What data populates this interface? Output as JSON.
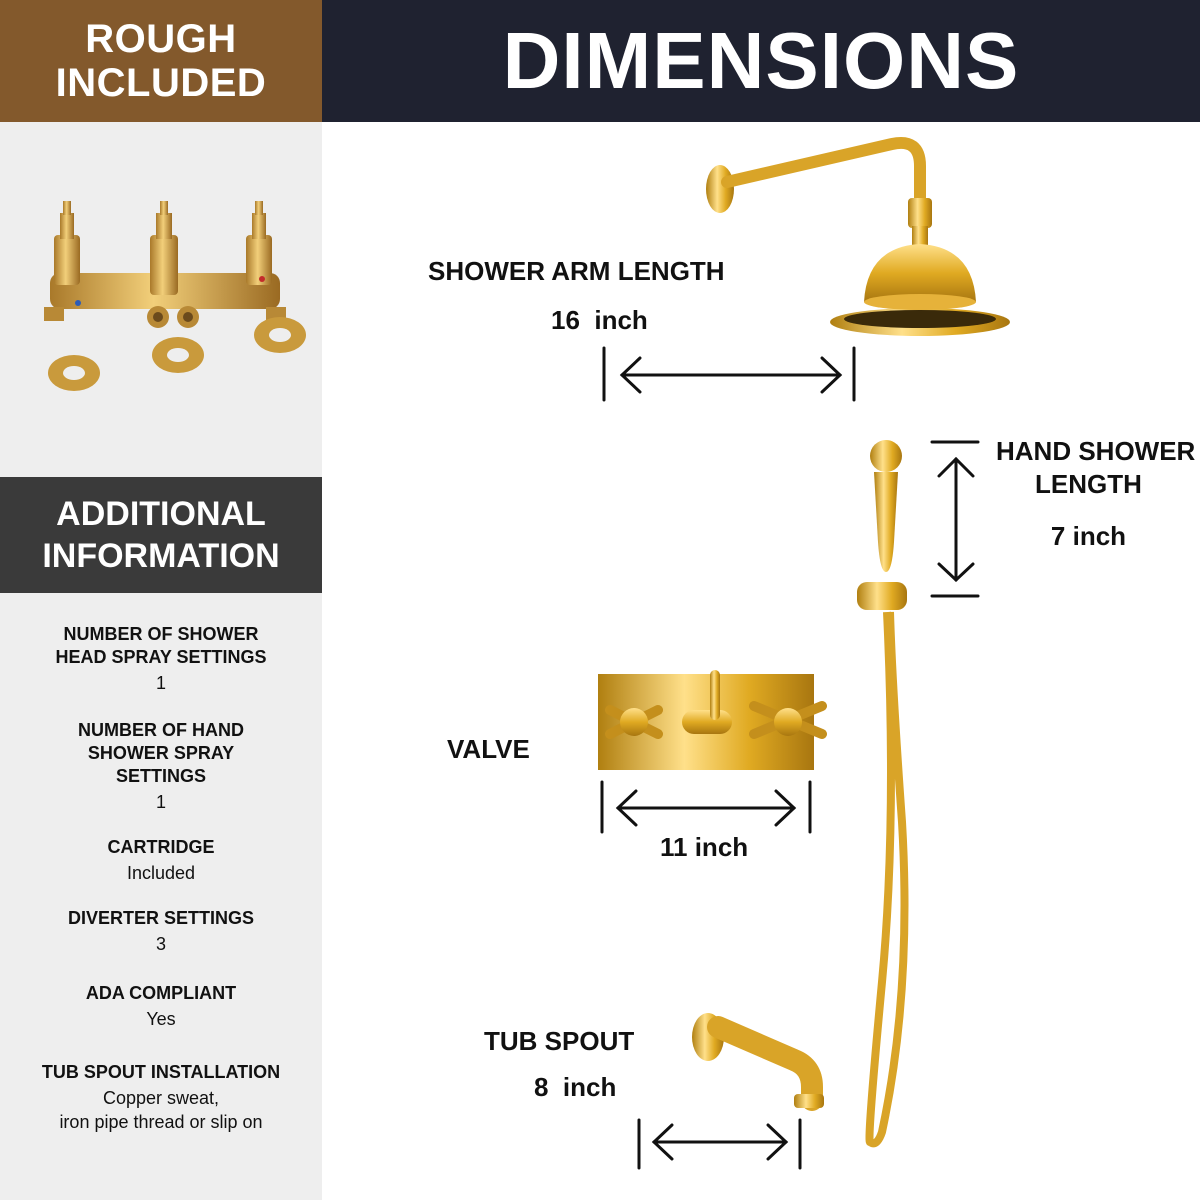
{
  "left": {
    "rough_banner": {
      "line1": "ROUGH",
      "line2": "INCLUDED"
    },
    "additional_banner": {
      "line1": "ADDITIONAL",
      "line2": "INFORMATION"
    },
    "specs": [
      {
        "label_lines": [
          "NUMBER OF SHOWER",
          "HEAD SPRAY SETTINGS"
        ],
        "value_lines": [
          "1"
        ]
      },
      {
        "label_lines": [
          "NUMBER OF HAND",
          "SHOWER SPRAY",
          "SETTINGS"
        ],
        "value_lines": [
          "1"
        ]
      },
      {
        "label_lines": [
          "CARTRIDGE"
        ],
        "value_lines": [
          "Included"
        ]
      },
      {
        "label_lines": [
          "DIVERTER SETTINGS"
        ],
        "value_lines": [
          "3"
        ]
      },
      {
        "label_lines": [
          "ADA COMPLIANT"
        ],
        "value_lines": [
          "Yes"
        ]
      },
      {
        "label_lines": [
          "TUB SPOUT INSTALLATION"
        ],
        "value_lines": [
          "Copper sweat,",
          "iron pipe thread or slip on"
        ]
      }
    ]
  },
  "header": {
    "title": "DIMENSIONS"
  },
  "dimensions": {
    "shower_arm": {
      "label": "SHOWER ARM LENGTH",
      "value": "16  inch"
    },
    "hand_shower": {
      "label_line1": "HAND SHOWER",
      "label_line2": "LENGTH",
      "value": "7 inch"
    },
    "valve": {
      "label": "VALVE",
      "value": "11 inch"
    },
    "tub_spout": {
      "label": "TUB SPOUT",
      "value": "8  inch"
    }
  },
  "colors": {
    "rough_banner": "#83592c",
    "dimensions_banner": "#1f2230",
    "additional_banner": "#3a3a3a",
    "left_panel": "#eeeeee",
    "brass": "#d4a52a"
  }
}
